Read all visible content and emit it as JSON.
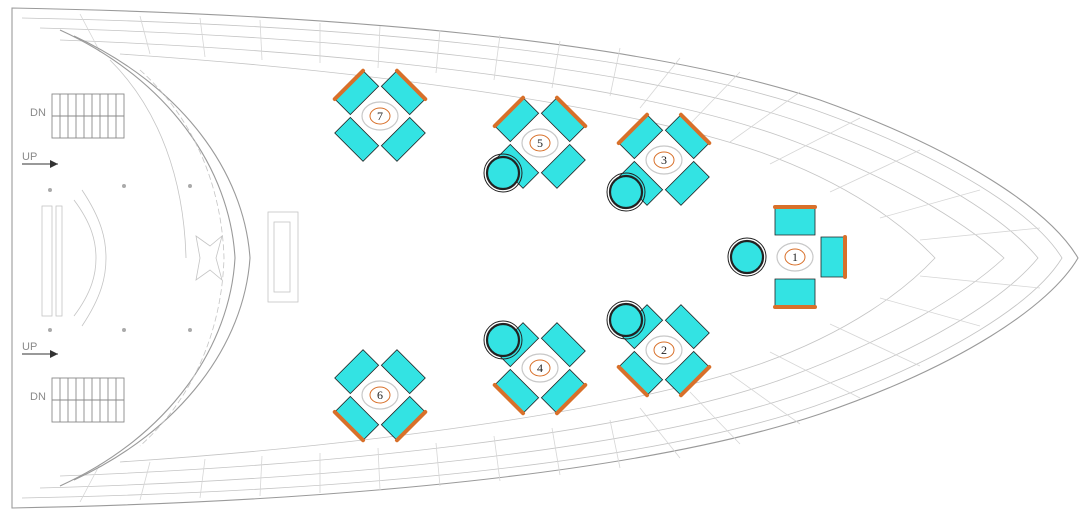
{
  "stairs": [
    {
      "id": "upper",
      "dn_label": "DN",
      "up_label": "UP"
    },
    {
      "id": "lower",
      "dn_label": "DN",
      "up_label": "UP"
    }
  ],
  "tables": [
    {
      "number": "1",
      "seats": 3,
      "accent": "#d8702a"
    },
    {
      "number": "2",
      "seats": 4,
      "accent": "#d8702a"
    },
    {
      "number": "3",
      "seats": 4,
      "accent": "#d8702a"
    },
    {
      "number": "4",
      "seats": 4,
      "accent": "#d8702a"
    },
    {
      "number": "5",
      "seats": 4,
      "accent": "#d8702a"
    },
    {
      "number": "6",
      "seats": 4,
      "accent": "#d8702a"
    },
    {
      "number": "7",
      "seats": 4,
      "accent": "#d8702a"
    }
  ],
  "colors": {
    "seat_fill": "#33e3e3",
    "seat_back": "#d8702a",
    "hull_line": "#9a9a9a",
    "background": "#ffffff"
  }
}
